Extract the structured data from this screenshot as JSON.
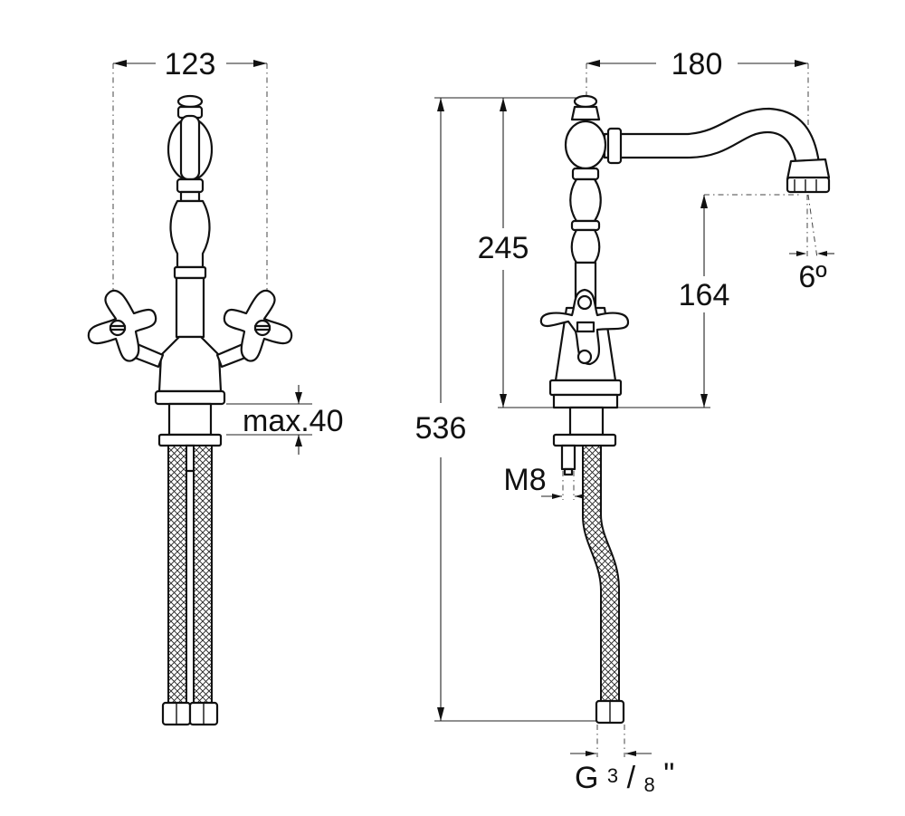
{
  "front_view": {
    "width_dim": "123",
    "deck_dim": "max.40"
  },
  "side_view": {
    "spout_reach_dim": "180",
    "outlet_height_dim": "245",
    "total_height_dim": "536",
    "spout_clearance_dim": "164",
    "spout_angle_dim": "6º",
    "stud_thread_dim": "M8",
    "connection_dim": {
      "prefix": "G",
      "fraction_num": "3",
      "fraction_slash": "/",
      "fraction_den": "8",
      "suffix": "\""
    }
  }
}
